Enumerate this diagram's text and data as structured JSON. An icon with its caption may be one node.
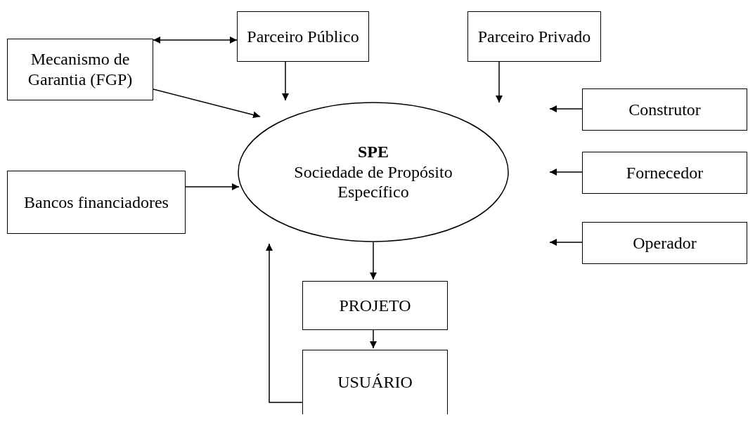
{
  "diagram": {
    "nodes": [
      {
        "text": [
          "Mecanismo de Garantia (FGP)"
        ]
      },
      {
        "text": [
          "Parceiro Público"
        ]
      },
      {
        "text": [
          "Parceiro Privado"
        ]
      },
      {
        "text": [
          "Construtor"
        ]
      },
      {
        "text": [
          "SPE",
          "Sociedade de Propósito Específico"
        ]
      },
      {
        "text": [
          "Bancos financiadores"
        ]
      },
      {
        "text": [
          "Fornecedor"
        ]
      },
      {
        "text": [
          "Operador"
        ]
      },
      {
        "text": [
          "PROJETO"
        ]
      },
      {
        "text": [
          "USUÁRIO"
        ]
      }
    ],
    "edges": [
      {
        "from": 0,
        "to": 1,
        "arrow": "both"
      },
      {
        "from": 1,
        "to": 4,
        "arrow": "to"
      },
      {
        "from": 2,
        "to": 4,
        "arrow": "to"
      },
      {
        "from": 0,
        "to": 4,
        "arrow": "to"
      },
      {
        "from": 3,
        "to": null,
        "arrow": "to"
      },
      {
        "from": 5,
        "to": 4,
        "arrow": "to"
      },
      {
        "from": 6,
        "to": null,
        "arrow": "to"
      },
      {
        "from": 7,
        "to": null,
        "arrow": "to"
      },
      {
        "from": 4,
        "to": 8,
        "arrow": "to"
      },
      {
        "from": 8,
        "to": 9,
        "arrow": "to"
      },
      {
        "from": 9,
        "to": 4,
        "arrow": "to"
      }
    ]
  }
}
